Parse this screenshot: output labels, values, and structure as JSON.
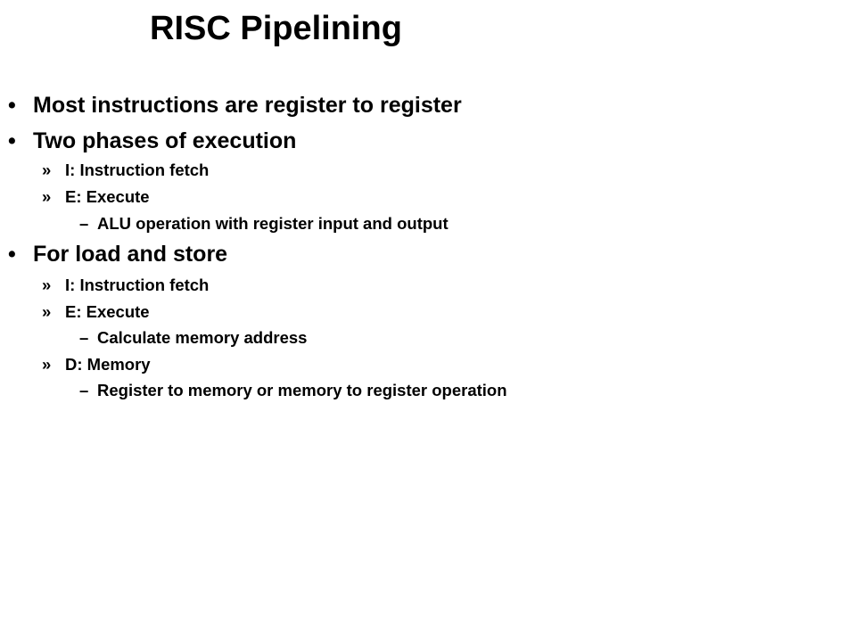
{
  "slide": {
    "title": "RISC Pipelining",
    "bullet_marker": "•",
    "sub_marker": "»",
    "dash_marker": "–",
    "items": [
      "Most instructions are register to register",
      "Two phases of execution",
      "I: Instruction fetch",
      "E: Execute",
      "ALU operation with register input and output",
      "For load and store",
      "I: Instruction fetch",
      "E: Execute",
      "Calculate memory address",
      "D: Memory",
      "Register to memory or memory to register operation"
    ]
  }
}
